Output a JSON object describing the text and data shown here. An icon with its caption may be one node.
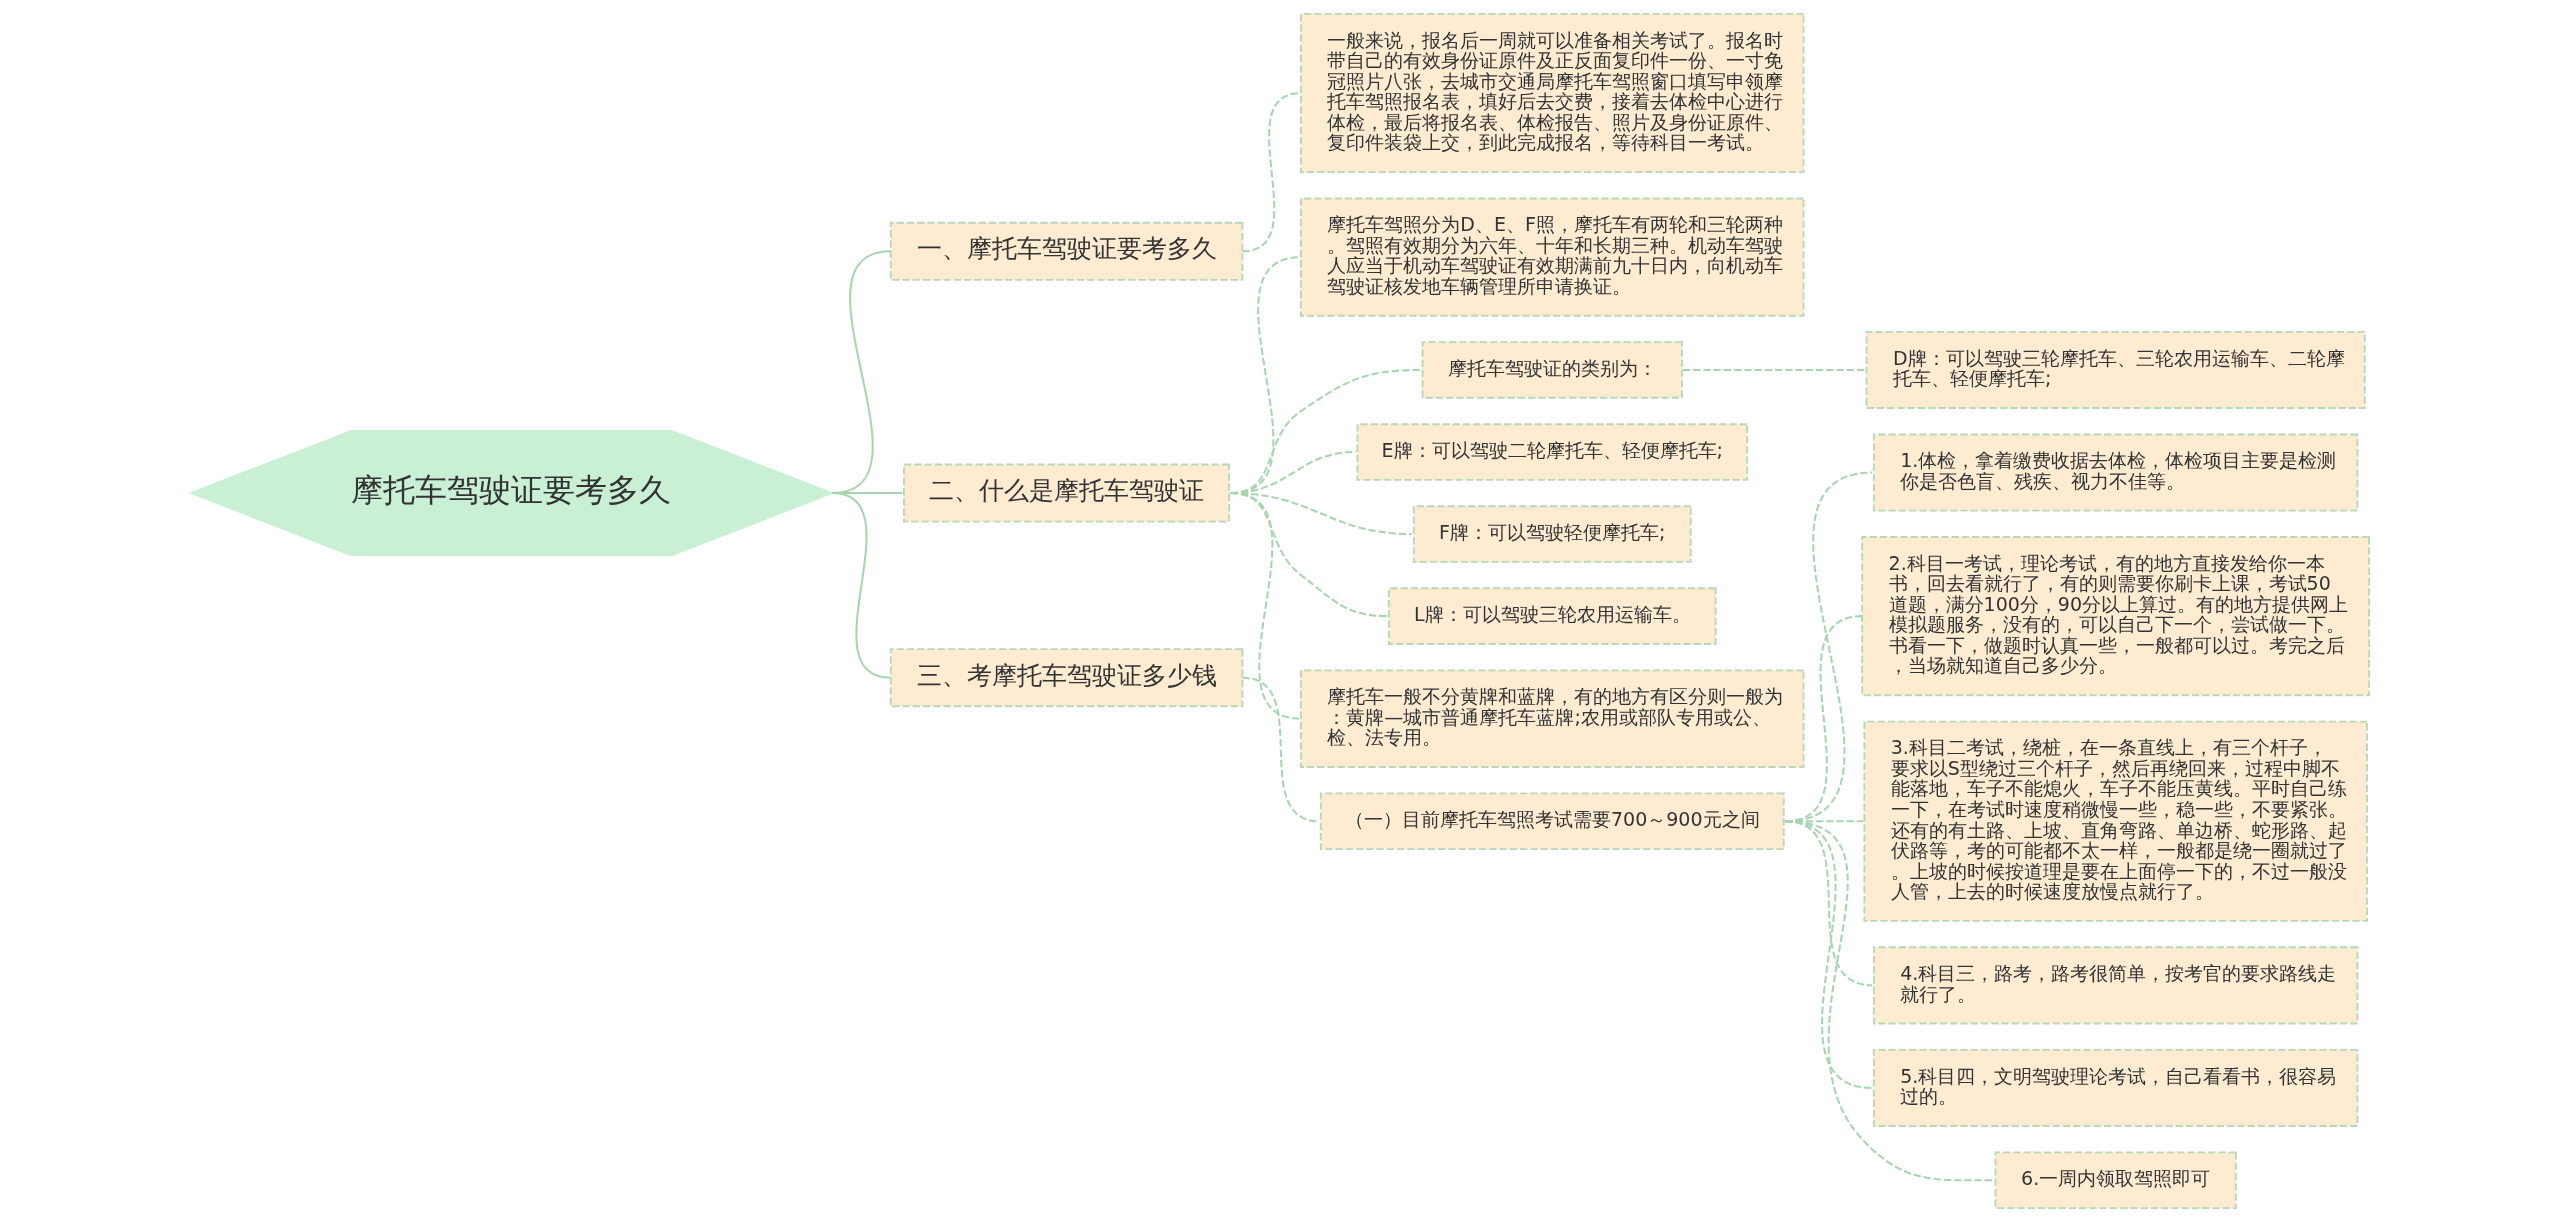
{
  "diagram": {
    "nodes": [
      {
        "text": [
          "摩托车驾驶证要考多久"
        ]
      },
      {
        "text": [
          "一、摩托车驾驶证要考多久"
        ]
      },
      {
        "text": [
          "一般来说，报名后一周就可以准备相关考试了。报名时带自己的有效身份证原件及正反面复印件一份、一寸免冠照片八张，去城市交通局摩托车驾照窗口填写申领摩托车驾照报名表，填好后去交费，接着去体检中心进行体检，最后将报名表、体检报告、照片及身份证原件、复印件装袋上交，到此完成报名，等待科目一考试。"
        ]
      },
      {
        "text": [
          "二、什么是摩托车驾驶证"
        ]
      },
      {
        "text": [
          "摩托车驾照分为D、E、F照，摩托车有两轮和三轮两种。驾照有效期分为六年、十年和长期三种。机动车驾驶人应当于机动车驾驶证有效期满前九十日内，向机动车驾驶证核发地车辆管理所申请换证。"
        ]
      },
      {
        "text": [
          "摩托车驾驶证的类别为："
        ]
      },
      {
        "text": [
          "D牌：可以驾驶三轮摩托车、三轮农用运输车、二轮摩托车、轻便摩托车;"
        ]
      },
      {
        "text": [
          "E牌：可以驾驶二轮摩托车、轻便摩托车;"
        ]
      },
      {
        "text": [
          "F牌：可以驾驶轻便摩托车;"
        ]
      },
      {
        "text": [
          "L牌：可以驾驶三轮农用运输车。"
        ]
      },
      {
        "text": [
          "摩托车一般不分黄牌和蓝牌，有的地方有区分则一般为：黄牌—城市普通摩托车蓝牌;农用或部队专用或公、检、法专用。"
        ]
      },
      {
        "text": [
          "三、考摩托车驾驶证多少钱"
        ]
      },
      {
        "text": [
          "（一）目前摩托车驾照考试需要700～900元之间"
        ]
      },
      {
        "text": [
          "1.体检，拿着缴费收据去体检，体检项目主要是检测你是否色盲、残疾、视力不佳等。"
        ]
      },
      {
        "text": [
          "2.科目一考试，理论考试，有的地方直接发给你一本书，回去看就行了，有的则需要你刷卡上课，考试50道题，满分100分，90分以上算过。有的地方提供网上模拟题服务，没有的，可以自己下一个，尝试做一下。书看一下，做题时认真一些，一般都可以过。考完之后，当场就知道自己多少分。"
        ]
      },
      {
        "text": [
          "3.科目二考试，绕桩，在一条直线上，有三个杆子，要求以S型绕过三个杆子，然后再绕回来，过程中脚不能落地，车子不能熄火，车子不能压黄线。平时自己练一下，在考试时速度稍微慢一些，稳一些，不要紧张。还有的有土路、上坡、直角弯路、单边桥、蛇形路、起伏路等，考的可能都不太一样，一般都是绕一圈就过了。上坡的时候按道理是要在上面停一下的，不过一般没人管，上去的时候速度放慢点就行了。"
        ]
      },
      {
        "text": [
          "4.科目三，路考，路考很简单，按考官的要求路线走就行了。"
        ]
      },
      {
        "text": [
          "5.科目四，文明驾驶理论考试，自己看看书，很容易过的。"
        ]
      },
      {
        "text": [
          "6.一周内领取驾照即可"
        ]
      }
    ],
    "edges": [
      {
        "from": 0,
        "to": 1,
        "arrow": "none"
      },
      {
        "from": 1,
        "to": 2,
        "arrow": "none",
        "style": "dashed"
      },
      {
        "from": 0,
        "to": 3,
        "arrow": "none"
      },
      {
        "from": 3,
        "to": 4,
        "arrow": "none",
        "style": "dashed"
      },
      {
        "from": 3,
        "to": 5,
        "arrow": "none",
        "style": "dashed"
      },
      {
        "from": 5,
        "to": 6,
        "arrow": "none",
        "style": "dashed"
      },
      {
        "from": 3,
        "to": 7,
        "arrow": "none",
        "style": "dashed"
      },
      {
        "from": 3,
        "to": 8,
        "arrow": "none",
        "style": "dashed"
      },
      {
        "from": 3,
        "to": 9,
        "arrow": "none",
        "style": "dashed"
      },
      {
        "from": 3,
        "to": 10,
        "arrow": "none",
        "style": "dashed"
      },
      {
        "from": 0,
        "to": 11,
        "arrow": "none"
      },
      {
        "from": 11,
        "to": 12,
        "arrow": "none",
        "style": "dashed"
      },
      {
        "from": 12,
        "to": 13,
        "arrow": "none",
        "style": "dashed"
      },
      {
        "from": 12,
        "to": 14,
        "arrow": "none",
        "style": "dashed"
      },
      {
        "from": 12,
        "to": 15,
        "arrow": "none",
        "style": "dashed"
      },
      {
        "from": 12,
        "to": 16,
        "arrow": "none",
        "style": "dashed"
      },
      {
        "from": 12,
        "to": 17,
        "arrow": "none",
        "style": "dashed"
      },
      {
        "from": 12,
        "to": 18,
        "arrow": "none",
        "style": "dashed"
      }
    ]
  }
}
